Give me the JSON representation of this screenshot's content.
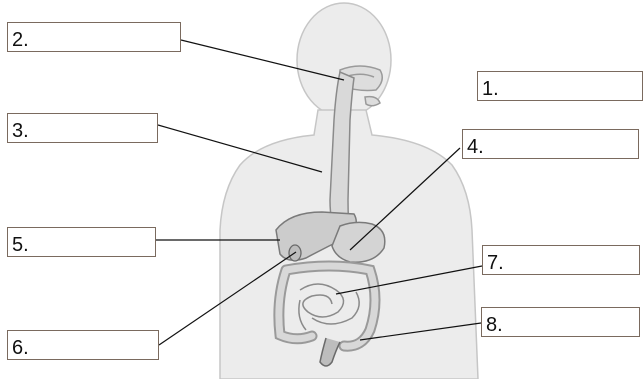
{
  "labels": [
    "1.",
    "2.",
    "3.",
    "4.",
    "5.",
    "6.",
    "7.",
    "8."
  ]
}
